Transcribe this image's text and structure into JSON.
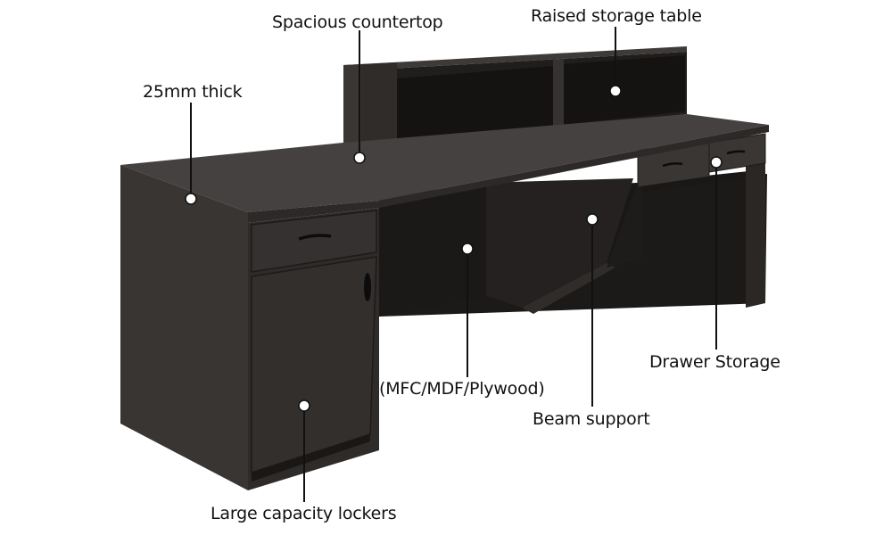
{
  "callouts": {
    "countertop": "Spacious countertop",
    "raised_storage": "Raised storage table",
    "thickness": "25mm thick",
    "drawer_storage": "Drawer Storage",
    "material": "(MFC/MDF/Plywood)",
    "beam": "Beam support",
    "lockers": "Large capacity lockers"
  },
  "colors": {
    "background": "#ffffff",
    "desk_top": "#3d3a38",
    "desk_front": "#2e2b29",
    "desk_side": "#3a3634",
    "desk_dark": "#151312",
    "marker": "#ffffff",
    "leader": "#111111",
    "label_text": "#111111"
  }
}
